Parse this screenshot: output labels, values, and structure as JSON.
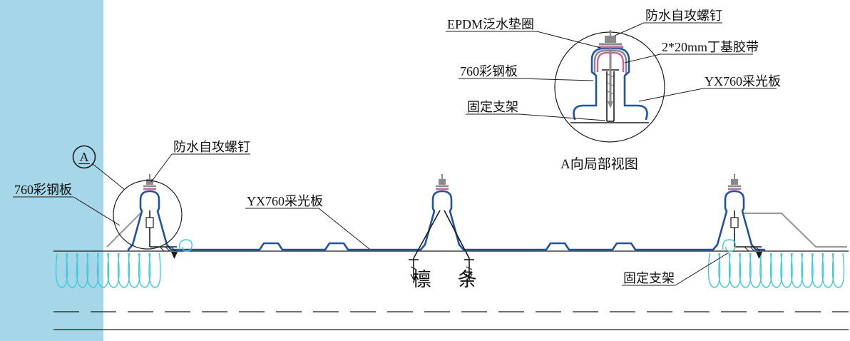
{
  "diagram": {
    "caption": "A向局部视图",
    "detail_marker": "A",
    "detail_labels": {
      "epdm_washer": "EPDM泛水垫圈",
      "screw": "防水自攻螺钉",
      "butyl_tape": "2*20mm丁基胶带",
      "steel_plate": "760彩钢板",
      "skylight_panel": "YX760采光板",
      "bracket": "固定支架"
    },
    "main_labels": {
      "screw": "防水自攻螺钉",
      "steel_plate": "760彩钢板",
      "skylight_panel": "YX760采光板",
      "purlin": "檩 条",
      "bracket": "固定支架"
    },
    "colors": {
      "band_blue": "#a6d7e8",
      "panel_blue": "#2152a3",
      "steel_gray": "#9a9a9a",
      "insulation_cyan": "#3fcbdc",
      "washer_pink": "#c4679c",
      "line_black": "#1c1c1c"
    }
  }
}
